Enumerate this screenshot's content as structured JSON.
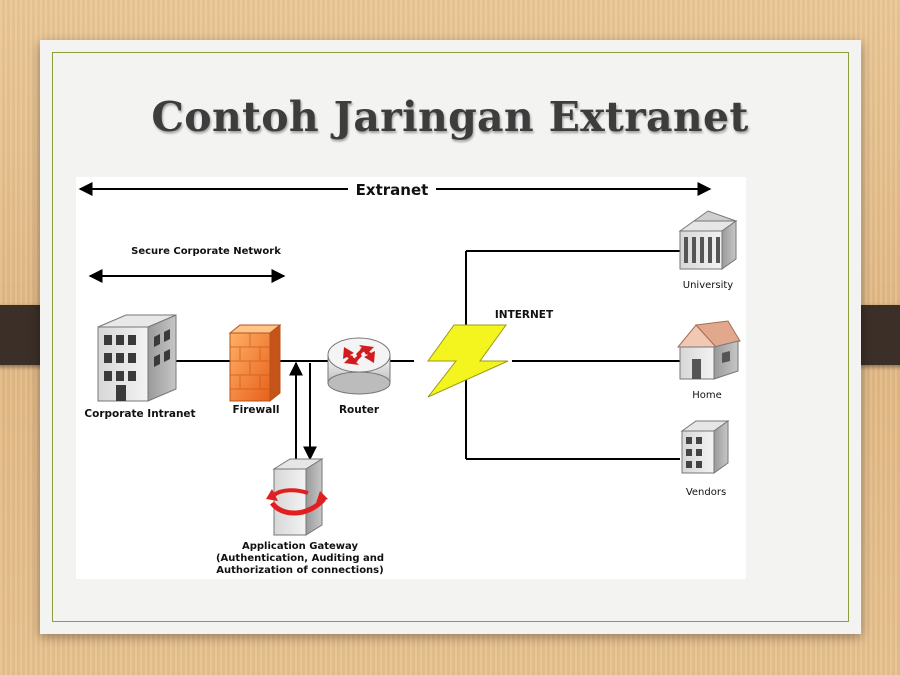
{
  "slide": {
    "title": "Contoh Jaringan Extranet"
  },
  "diagram": {
    "extranet_label": "Extranet",
    "secure_network_label": "Secure Corporate Network",
    "internet_label": "INTERNET",
    "nodes": {
      "corporate_intranet": "Corporate Intranet",
      "firewall": "Firewall",
      "router": "Router",
      "university": "University",
      "home": "Home",
      "vendors": "Vendors"
    },
    "gateway": {
      "line1": "Application Gateway",
      "line2": "(Authentication, Auditing and",
      "line3": "Authorization of connections)"
    }
  },
  "colors": {
    "accent_border": "#8c9d3c",
    "firewall": "#f07a2a",
    "lightning": "#f2f21e",
    "gateway_arrow": "#e02020"
  }
}
